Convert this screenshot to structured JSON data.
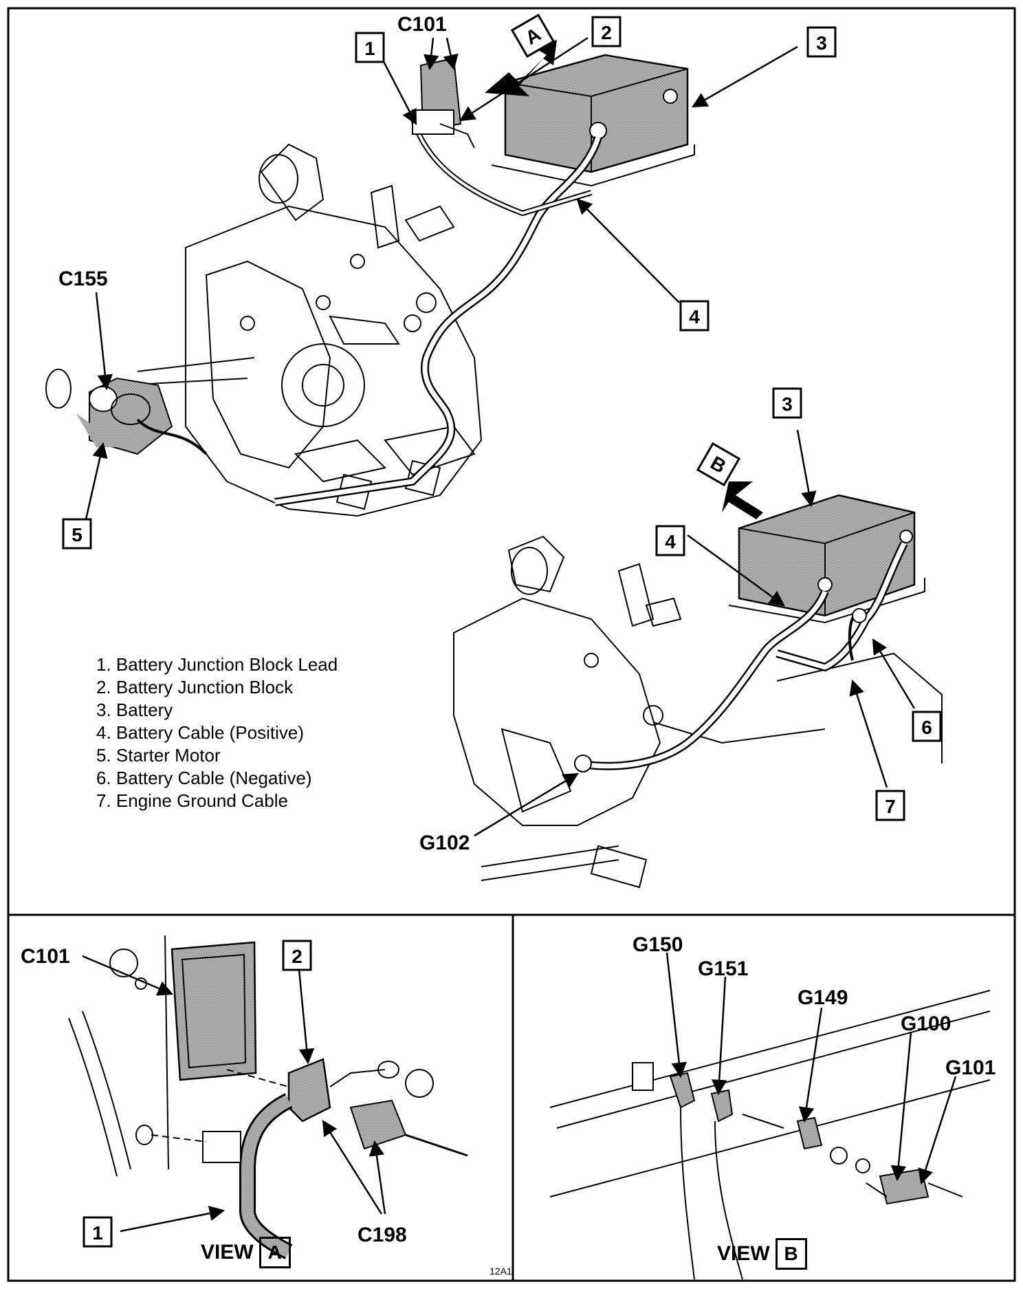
{
  "main_labels": {
    "connector_c101": "C101",
    "connector_c155": "C155",
    "ground_g102": "G102",
    "view_a_arrow": "A",
    "view_b_arrow": "B"
  },
  "callouts": {
    "n1": "1",
    "n2": "2",
    "n3": "3",
    "n4": "4",
    "n5": "5",
    "n6": "6",
    "n7": "7"
  },
  "legend": [
    "1. Battery Junction Block Lead",
    "2. Battery Junction Block",
    "3. Battery",
    "4. Battery Cable (Positive)",
    "5. Starter Motor",
    "6. Battery Cable (Negative)",
    "7. Engine Ground Cable"
  ],
  "view_a": {
    "title": "VIEW",
    "letter": "A",
    "c101": "C101",
    "c198": "C198",
    "n1": "1",
    "n2": "2"
  },
  "view_b": {
    "title": "VIEW",
    "letter": "B",
    "g150": "G150",
    "g151": "G151",
    "g149": "G149",
    "g100": "G100",
    "g101": "G101"
  },
  "figure_code": "12A1"
}
